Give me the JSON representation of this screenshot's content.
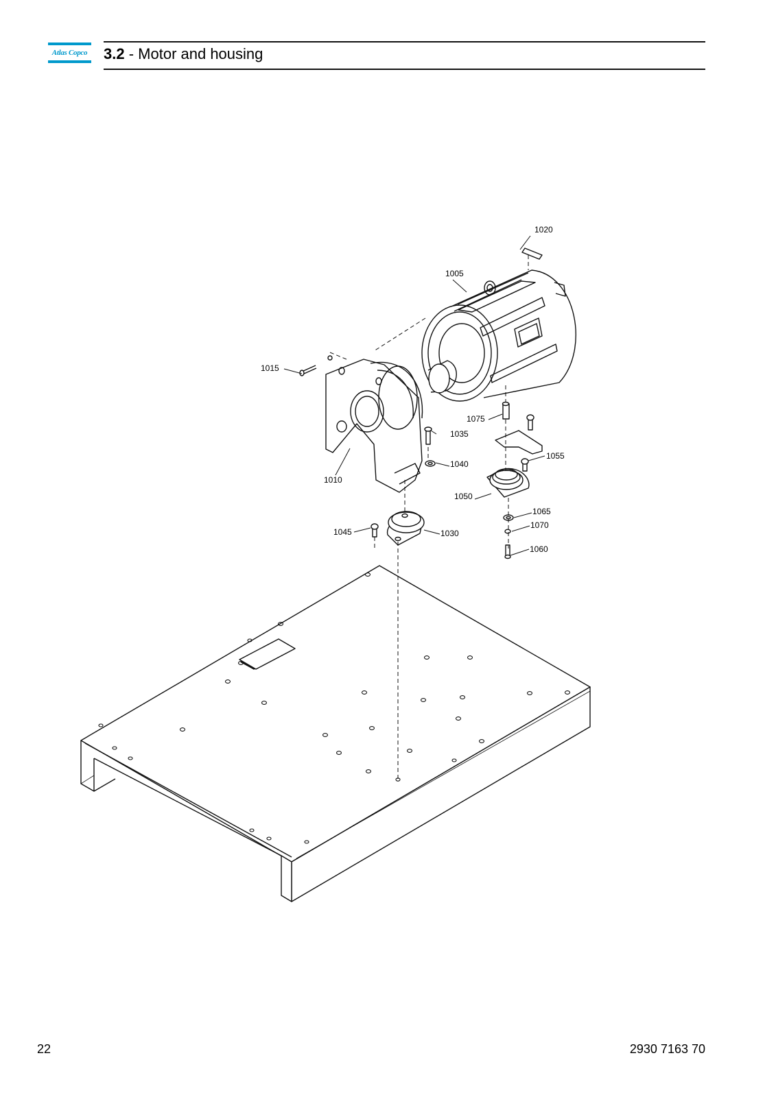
{
  "header": {
    "logo_text": "Atlas Copco",
    "section_number": "3.2",
    "separator": " - ",
    "section_title": "Motor and housing"
  },
  "colors": {
    "brand": "#0099cc",
    "line": "#111111"
  },
  "callouts": {
    "c1005": "1005",
    "c1010": "1010",
    "c1015": "1015",
    "c1020": "1020",
    "c1030": "1030",
    "c1035": "1035",
    "c1040": "1040",
    "c1045": "1045",
    "c1050": "1050",
    "c1055": "1055",
    "c1060": "1060",
    "c1065": "1065",
    "c1070": "1070",
    "c1075": "1075"
  },
  "footer": {
    "page_number": "22",
    "document_number": "2930 7163 70"
  }
}
